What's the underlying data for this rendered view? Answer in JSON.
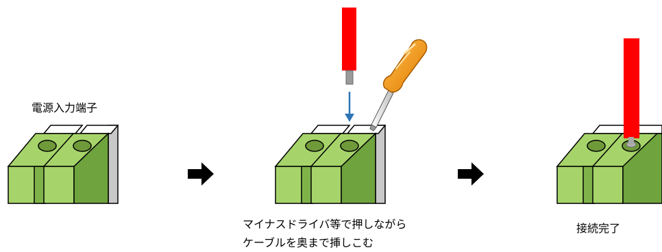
{
  "steps": [
    {
      "label": "電源入力端子",
      "state": "terminal-empty"
    },
    {
      "label_lines": [
        "マイナスドライバ等で押しながら",
        "ケーブルを奥まで挿しこむ"
      ],
      "state": "insert-with-screwdriver"
    },
    {
      "label": "接続完了",
      "state": "connected"
    }
  ],
  "colors": {
    "terminal_face": "#a6d46a",
    "terminal_side": "#6ea33d",
    "terminal_top": "#c3e69a",
    "outline": "#000000",
    "hole": "#6f9a3a",
    "cable": "#ff0000",
    "wire_core": "#a0a0a0",
    "insert_arrow": "#2e75b6",
    "screwdriver_handle": "#f29300",
    "screwdriver_shaft": "#d8d8d8"
  },
  "icons": [
    "right-arrow-icon",
    "down-arrow-icon",
    "screwdriver-icon",
    "red-cable-icon"
  ]
}
